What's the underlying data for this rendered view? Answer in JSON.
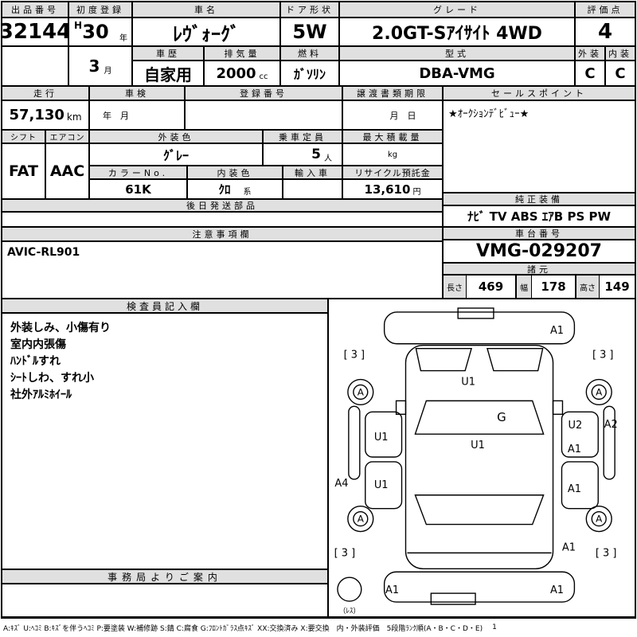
{
  "colors": {
    "header_bg": "#e0e0e0",
    "line": "#000000"
  },
  "sheet": {
    "lot": {
      "label": "出品番号",
      "value": "32144"
    },
    "first_reg": {
      "label": "初度登録",
      "era": "H",
      "year": "30",
      "year_unit": "年",
      "month": "3",
      "month_unit": "月"
    },
    "car_name": {
      "label": "車名",
      "value": "ﾚｳﾞｫｰｸﾞ"
    },
    "door": {
      "label": "ドア形状",
      "value": "5W"
    },
    "grade": {
      "label": "グレード",
      "value": "2.0GT-Sｱｲｻｲﾄ 4WD"
    },
    "score": {
      "label": "評価点",
      "value": "4"
    },
    "history": {
      "label": "車歴",
      "value": "自家用"
    },
    "displacement": {
      "label": "排気量",
      "value": "2000",
      "unit": "cc"
    },
    "fuel": {
      "label": "燃料",
      "value": "ｶﾞｿﾘﾝ"
    },
    "model_code": {
      "label": "型式",
      "value": "DBA-VMG"
    },
    "exterior_score": {
      "label": "外装",
      "value": "C"
    },
    "interior_score": {
      "label": "内装",
      "value": "C"
    },
    "mileage": {
      "label": "走行",
      "value": "57,130",
      "unit": "km"
    },
    "inspection": {
      "label": "車検",
      "value": "年　月"
    },
    "reg_no": {
      "label": "登録番号",
      "value": ""
    },
    "deadline": {
      "label": "譲渡書類期限",
      "value": "月　日"
    },
    "sales_point": {
      "label": "セールスポイント",
      "value": "★ｵｰｸｼｮﾝﾃﾞﾋﾞｭｰ★"
    },
    "shift": {
      "label": "シフト",
      "value": "FAT"
    },
    "aircon": {
      "label": "エアコン",
      "value": "AAC"
    },
    "ext_color": {
      "label": "外装色",
      "value": "ｸﾞﾚｰ"
    },
    "capacity": {
      "label": "乗車定員",
      "value": "5",
      "unit": "人"
    },
    "max_load": {
      "label": "最大積載量",
      "value": "",
      "unit": "kg"
    },
    "color_no": {
      "label": "カラーNo.",
      "value": "61K"
    },
    "int_color": {
      "label": "内装色",
      "value": "ｸﾛ",
      "suffix": "系"
    },
    "imported": {
      "label": "輸入車",
      "value": ""
    },
    "recycle": {
      "label": "リサイクル預託金",
      "value": "13,610",
      "unit": "円"
    },
    "later_parts": {
      "label": "後日発送部品",
      "value": ""
    },
    "equipment": {
      "label": "純正装備",
      "value": "ﾅﾋﾞ TV ABS ｴｱB PS PW"
    },
    "caution": {
      "label": "注意事項欄",
      "value": "AVIC-RL901"
    },
    "chassis_no": {
      "label": "車台番号",
      "value": "VMG-029207"
    },
    "dims": {
      "label": "諸元",
      "length": {
        "label": "長さ",
        "value": "469"
      },
      "width": {
        "label": "幅",
        "value": "178"
      },
      "height": {
        "label": "高さ",
        "value": "149"
      }
    },
    "inspector": {
      "label": "検査員記入欄",
      "lines": [
        "外装しみ、小傷有り",
        "室内内張傷",
        "ﾊﾝﾄﾞﾙすれ",
        "ｼｰﾄしわ、すれ小",
        "社外ｱﾙﾐﾎｲｰﾙ"
      ]
    },
    "office": {
      "label": "事務局よりご案内",
      "value": ""
    }
  },
  "diagram": {
    "front_bumper_right": "A1",
    "tire_front_left": "[ 3 ]",
    "tire_front_right": "[ 3 ]",
    "wheel_front_left": "A",
    "wheel_front_right": "A",
    "hood": "U1",
    "windshield": "G",
    "right_front_door_upper": "U2",
    "right_side_sill": "A2",
    "left_front_door": "U1",
    "roof": "U1",
    "right_front_door": "A1",
    "left_side_sill": "A4",
    "left_rear_door": "U1",
    "right_rear_door": "A1",
    "wheel_rear_left": "A",
    "wheel_rear_right": "A",
    "right_rear_quarter": "A1",
    "tire_rear_left": "[ 3 ]",
    "tire_rear_right": "[ 3 ]",
    "rear_bumper_left": "A1",
    "rear_bumper_right": "A1",
    "spare_tire": "（ﾚｽ）"
  },
  "footer": {
    "legend": "A:ｷｽﾞ U:ﾍｺﾐ B:ｷｽﾞを伴うﾍｺﾐ P:要塗装 W:補修跡 S:錆 C:腐食 G:ﾌﾛﾝﾄｶﾞﾗｽ点ｷｽﾞ XX:交換済み X:要交換　内・外装評価　5段階ﾗﾝｸ順(A・B・C・D・E)",
    "page": "1"
  }
}
